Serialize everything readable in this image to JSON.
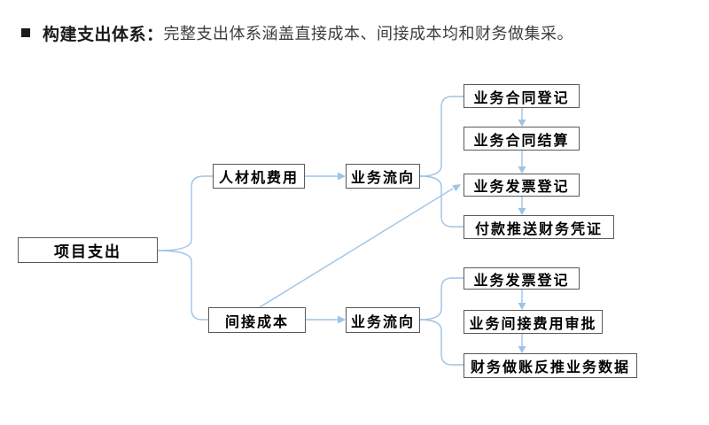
{
  "header": {
    "title_bold": "构建支出体系：",
    "title_rest": "完整支出体系涵盖直接成本、间接成本均和财务做集采。"
  },
  "diagram": {
    "colors": {
      "connector": "#9dc3e6",
      "border": "#595959",
      "text": "#000000"
    },
    "nodes": {
      "root": "项目支出",
      "labor_cost": "人材机费用",
      "flow_top": "业务流向",
      "indirect_cost": "间接成本",
      "flow_bottom": "业务流向",
      "contract_register": "业务合同登记",
      "contract_settle": "业务合同结算",
      "invoice_register_top": "业务发票登记",
      "payment_voucher": "付款推送财务凭证",
      "invoice_register_bottom": "业务发票登记",
      "indirect_fee_approval": "业务间接费用审批",
      "finance_reverse_data": "财务做账反推业务数据"
    },
    "edges": [
      {
        "from": "项目支出",
        "to": "人材机费用"
      },
      {
        "from": "项目支出",
        "to": "间接成本"
      },
      {
        "from": "人材机费用",
        "to": "业务流向(上)"
      },
      {
        "from": "间接成本",
        "to": "业务流向(下)"
      },
      {
        "from": "业务流向(上)",
        "to": "业务合同登记"
      },
      {
        "from": "业务流向(上)",
        "to": "付款推送财务凭证"
      },
      {
        "from": "业务合同登记",
        "to": "业务合同结算"
      },
      {
        "from": "业务合同结算",
        "to": "业务发票登记(上)"
      },
      {
        "from": "业务发票登记(上)",
        "to": "付款推送财务凭证"
      },
      {
        "from": "间接成本",
        "to": "业务发票登记(上)"
      },
      {
        "from": "业务流向(下)",
        "to": "业务发票登记(下)"
      },
      {
        "from": "业务流向(下)",
        "to": "财务做账反推业务数据"
      },
      {
        "from": "业务发票登记(下)",
        "to": "业务间接费用审批"
      },
      {
        "from": "业务间接费用审批",
        "to": "财务做账反推业务数据"
      }
    ]
  }
}
